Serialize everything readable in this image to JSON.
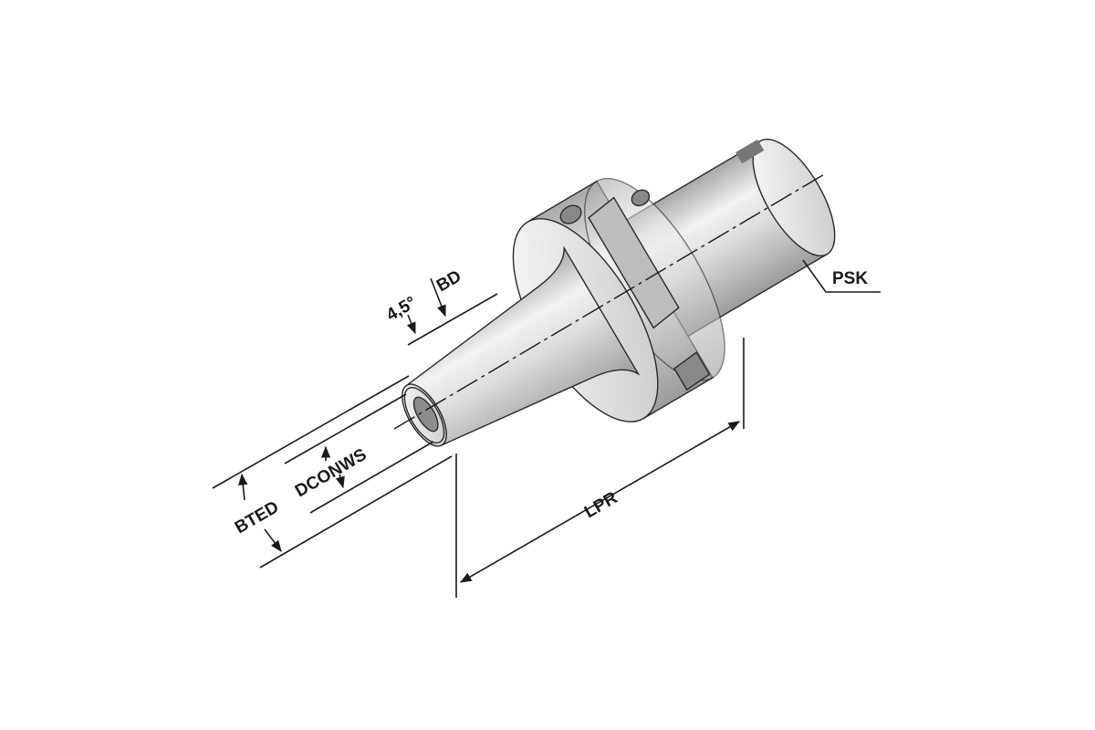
{
  "labels": {
    "bd": "BD",
    "angle": "4,5°",
    "psk": "PSK",
    "dconws": "DCONWS",
    "bted": "BTED",
    "lpr": "LPR"
  },
  "colors": {
    "line": "#1a1a1a",
    "metal_light": "#f4f4f4",
    "metal_dark": "#9a9a9a"
  }
}
